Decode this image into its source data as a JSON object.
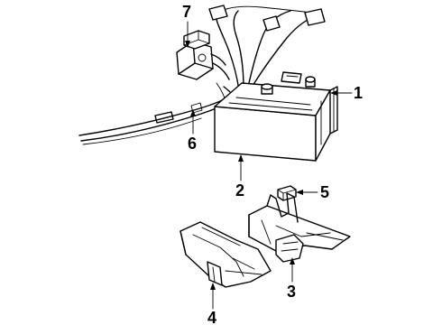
{
  "callouts": [
    {
      "id": "battery-tray",
      "label": "1"
    },
    {
      "id": "battery",
      "label": "2"
    },
    {
      "id": "tray-support",
      "label": "3"
    },
    {
      "id": "bracket",
      "label": "4"
    },
    {
      "id": "hold-down",
      "label": "5"
    },
    {
      "id": "cable-harness",
      "label": "6"
    },
    {
      "id": "relay",
      "label": "7"
    }
  ]
}
